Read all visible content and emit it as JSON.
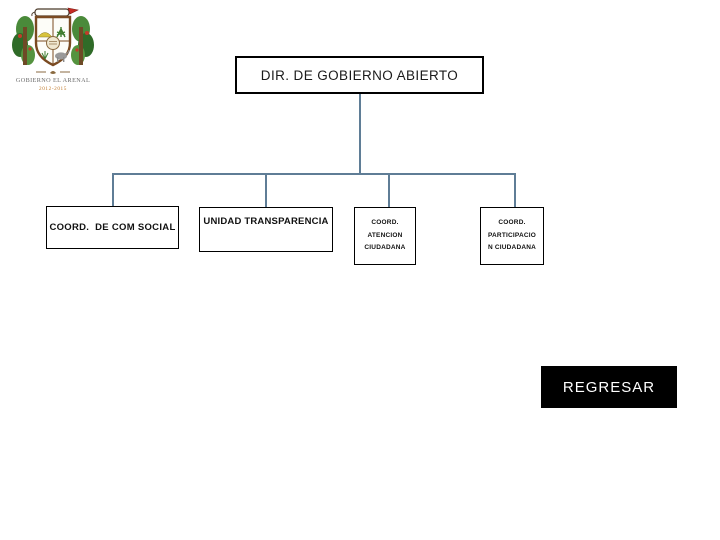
{
  "logo": {
    "org_name": "GOBIERNO EL ARENAL",
    "years": "2012-2015"
  },
  "org_chart": {
    "root": {
      "label": "DIR. DE GOBIERNO ABIERTO"
    },
    "child1": {
      "label": "COORD.  DE COM SOCIAL"
    },
    "child2": {
      "label": "UNIDAD TRANSPARENCIA"
    },
    "child3": {
      "line1": "COORD.",
      "line2": "ATENCION",
      "line3": "CIUDADANA"
    },
    "child4": {
      "line1": "COORD.",
      "line2": "PARTICIPACIO",
      "line3": "N CIUDADANA"
    }
  },
  "nav": {
    "back_button_label": "REGRESAR"
  },
  "colors": {
    "connector": "#5f7d96",
    "box_border": "#000000",
    "button_bg": "#000000",
    "button_text": "#ffffff"
  }
}
